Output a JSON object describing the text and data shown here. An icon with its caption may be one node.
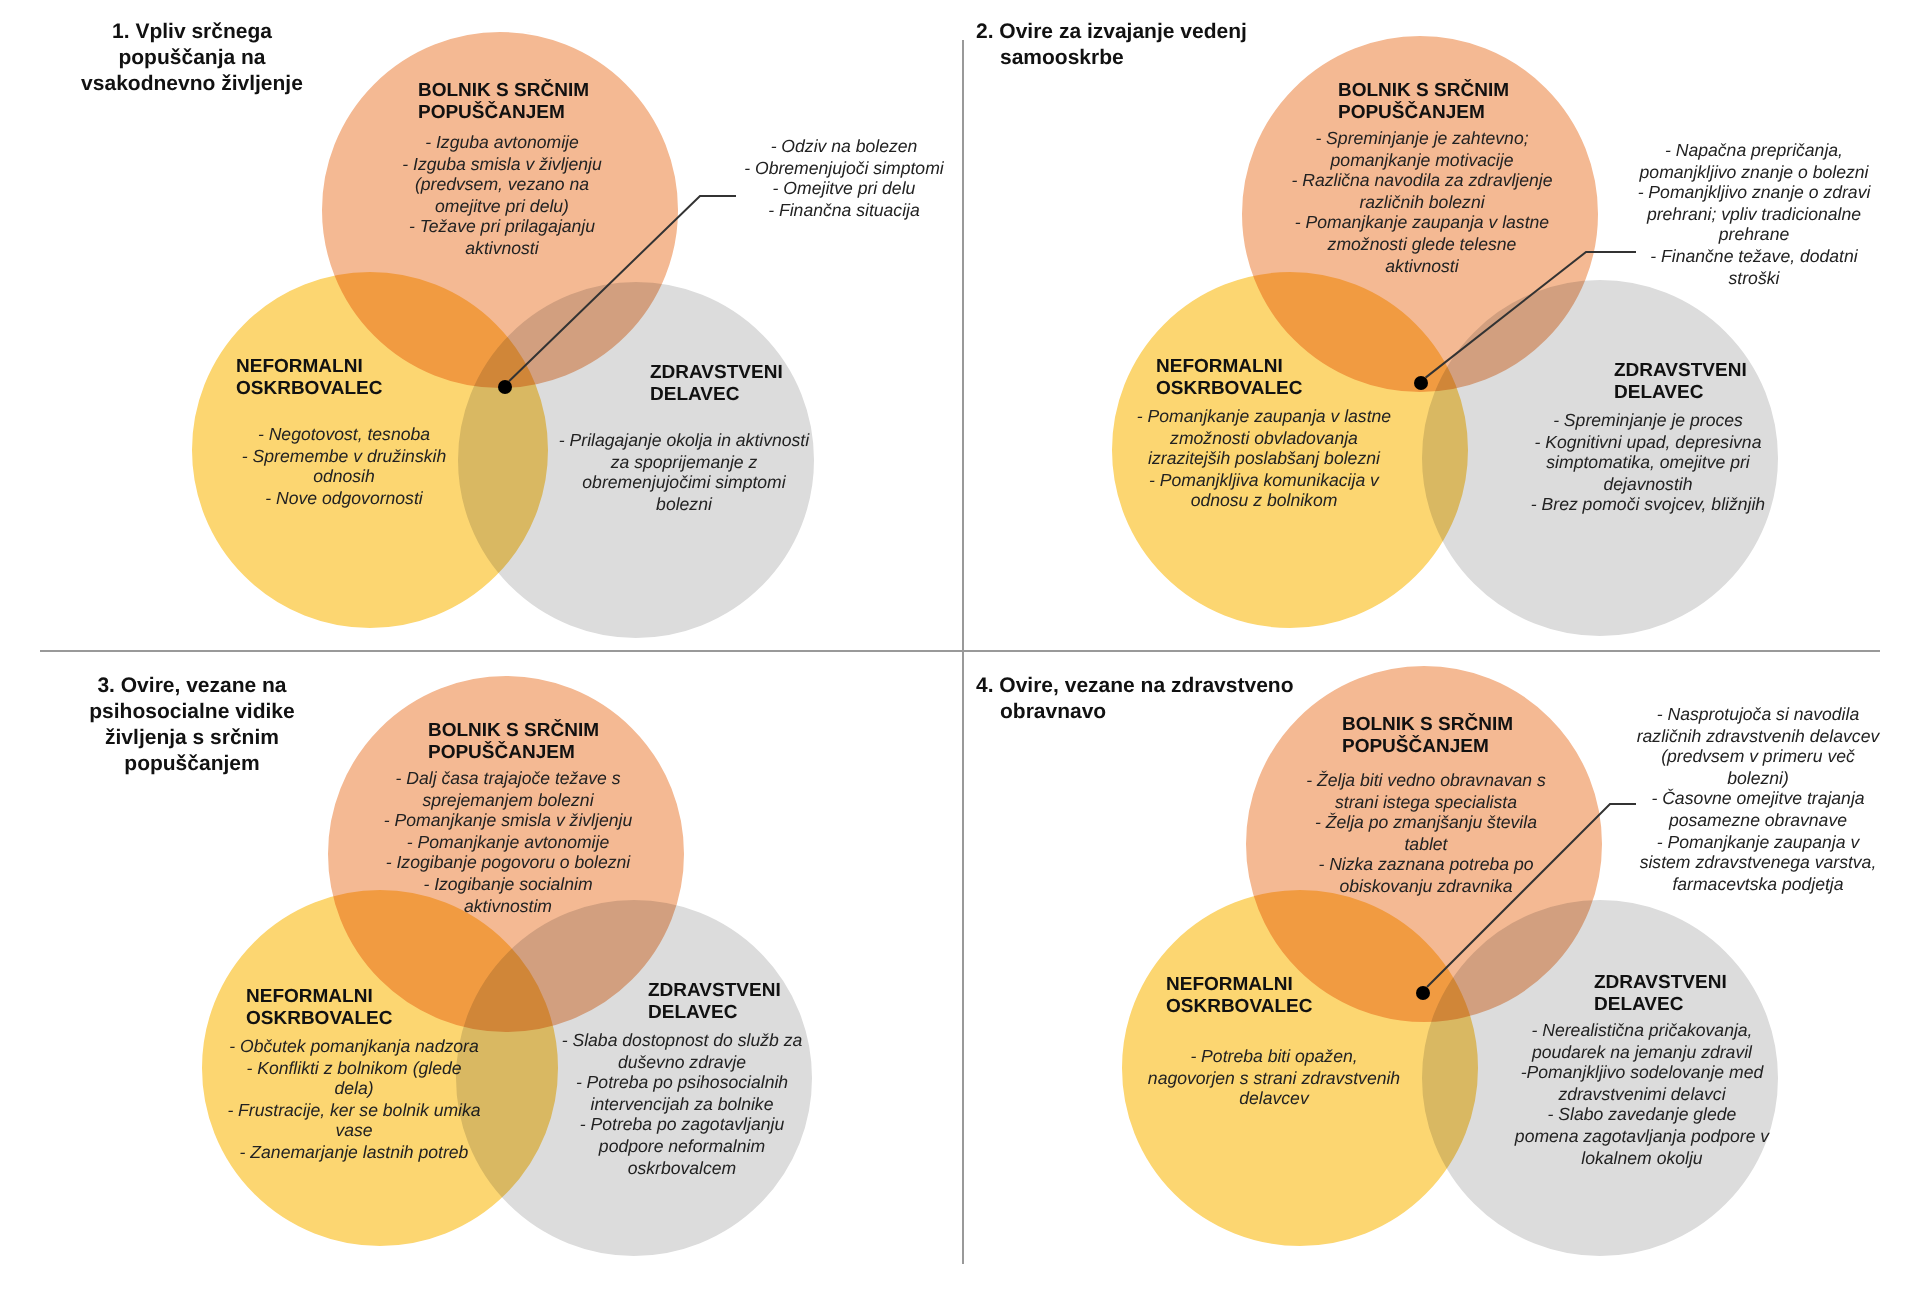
{
  "diagram": {
    "nodes": [
      {
        "text": [
          "BOLNIK S SRČNIM POPUŠČANJEM",
          "- Izguba avtonomije",
          "- Izguba smisla v življenju (predvsem, vezano na omejitve pri delu)",
          "- Težave pri prilagajanju aktivnosti"
        ]
      },
      {
        "text": [
          "- Odziv na bolezen",
          "- Obremenjujoči simptomi",
          "- Omejitve pri delu",
          "- Finančna situacija"
        ]
      },
      {
        "text": [
          "NEFORMALNI OSKRBOVALEC",
          "- Negotovost, tesnoba",
          "- Spremembe v družinskih odnosih",
          "- Nove odgovornosti"
        ]
      },
      {
        "text": [
          "ZDRAVSTVENI DELAVEC",
          "- Prilagajanje okolja in aktivnosti za spoprijemanje z obremenjujočimi simptomi bolezni"
        ]
      },
      {
        "text": [],
        "shape": "circle"
      },
      {
        "text": [
          "BOLNIK S SRČNIM POPUŠČANJEM",
          "- Spreminjanje je zahtevno; pomanjkanje motivacije",
          "- Različna navodila za zdravljenje različnih bolezni",
          "- Pomanjkanje zaupanja v lastne zmožnosti glede telesne aktivnosti"
        ]
      },
      {
        "text": [
          "- Napačna prepričanja, pomanjkljivo znanje o bolezni",
          "- Pomanjkljivo znanje o zdravi prehrani; vpliv tradicionalne prehrane",
          "- Finančne težave, dodatni stroški"
        ]
      },
      {
        "text": [
          "NEFORMALNI OSKRBOVALEC",
          "- Pomanjkanje zaupanja v lastne zmožnosti obvladovanja izrazitejših poslabšanj bolezni",
          "- Pomanjkljiva komunikacija v odnosu z bolnikom"
        ]
      },
      {
        "text": [
          "ZDRAVSTVENI DELAVEC",
          "- Spreminjanje je proces",
          "- Kognitivni upad, depresivna simptomatika, omejitve pri dejavnostih",
          "- Brez pomoči svojcev, bližnjih"
        ]
      },
      {
        "text": [],
        "shape": "circle"
      },
      {
        "text": [
          "BOLNIK S SRČNIM POPUŠČANJEM",
          "- Dalj časa trajajoče težave s sprejemanjem bolezni",
          "- Pomanjkanje smisla v življenju",
          "- Pomanjkanje avtonomije",
          "- Izogibanje pogovoru o bolezni",
          "- Izogibanje socialnim aktivnostim"
        ]
      },
      {
        "text": [
          "NEFORMALNI OSKRBOVALEC",
          "- Občutek pomanjkanja nadzora",
          "- Konflikti z bolnikom (glede dela)",
          "- Frustracije, ker se bolnik umika vase",
          "- Zanemarjanje lastnih potreb"
        ]
      },
      {
        "text": [
          "ZDRAVSTVENI DELAVEC",
          "- Slaba dostopnost do služb za duševno zdravje",
          "- Potreba po psihosocialnih intervencijah za bolnike",
          "- Potreba po zagotavljanju podpore neformalnim oskrbovalcem"
        ]
      },
      {
        "text": [
          "BOLNIK S SRČNIM POPUŠČANJEM",
          "- Želja biti vedno obravnavan s strani istega specialista",
          "- Želja po zmanjšanju števila tablet",
          "- Nizka zaznana potreba po obiskovanju zdravnika"
        ]
      },
      {
        "text": [
          "- Nasprotujoča si navodila različnih zdravstvenih delavcev (predvsem v primeru več bolezni)",
          "- Časovne omejitve trajanja posamezne obravnave",
          "- Pomanjkanje zaupanja v sistem zdravstvenega varstva, farmacevtska podjetja"
        ]
      },
      {
        "text": [
          "NEFORMALNI OSKRBOVALEC",
          "- Potreba biti opažen, nagovorjen s strani zdravstvenih delavcev"
        ]
      },
      {
        "text": [
          "ZDRAVSTVENI DELAVEC",
          "- Nerealistična pričakovanja, poudarek na jemanju zdravil",
          "-Pomanjkljivo sodelovanje med zdravstvenimi delavci",
          "- Slabo zavedanje glede pomena zagotavljanja podpore v lokalnem okolju"
        ]
      },
      {
        "text": [],
        "shape": "circle"
      }
    ],
    "edges": [
      {
        "from": 1,
        "to": 4,
        "arrow": "none"
      },
      {
        "from": 6,
        "to": 9,
        "arrow": "none"
      },
      {
        "from": 14,
        "to": 17,
        "arrow": "none"
      }
    ],
    "labels": [
      "1. Vpliv srčnega popuščanja na vsakodnevno življenje",
      "2. Ovire za izvajanje vedenj samooskrbe",
      "3. Ovire, vezane na psihosocialne vidike življenja s srčnim popuščanjem",
      "4. Ovire, vezane na zdravstveno obravnavo"
    ]
  }
}
